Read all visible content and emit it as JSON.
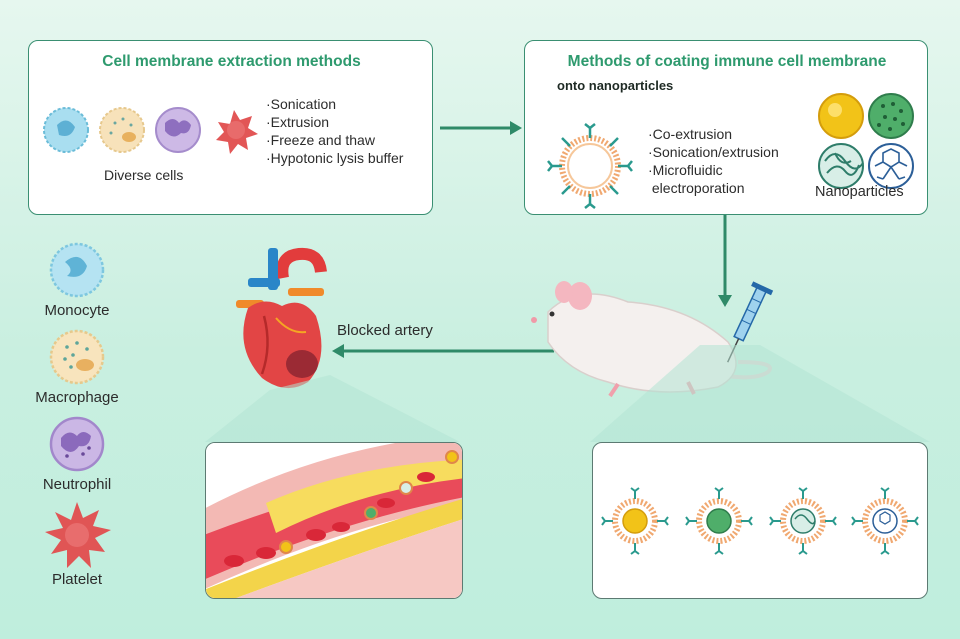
{
  "extraction": {
    "title": "Cell membrane extraction methods",
    "methods": [
      "·Sonication",
      "·Extrusion",
      "·Freeze and thaw",
      "·Hypotonic lysis buffer"
    ],
    "cells_label": "Diverse cells"
  },
  "coating": {
    "title": "Methods of coating immune cell membrane",
    "subtitle": "onto nanoparticles",
    "methods": [
      "·Co-extrusion",
      "·Sonication/extrusion",
      "·Microfluidic",
      " electroporation"
    ],
    "np_label": "Nanoparticles"
  },
  "cell_types": [
    "Monocyte",
    "Macrophage",
    "Neutrophil",
    "Platelet"
  ],
  "artery_label": "Blocked artery",
  "colors": {
    "accent": "#2e9a6e",
    "panel_border": "#3a8f72",
    "arrow": "#2f8a68",
    "monocyte": "#8fd3ea",
    "macrophage": "#f6dcae",
    "neutrophil": "#b8a3d6",
    "platelet": "#e25656"
  }
}
